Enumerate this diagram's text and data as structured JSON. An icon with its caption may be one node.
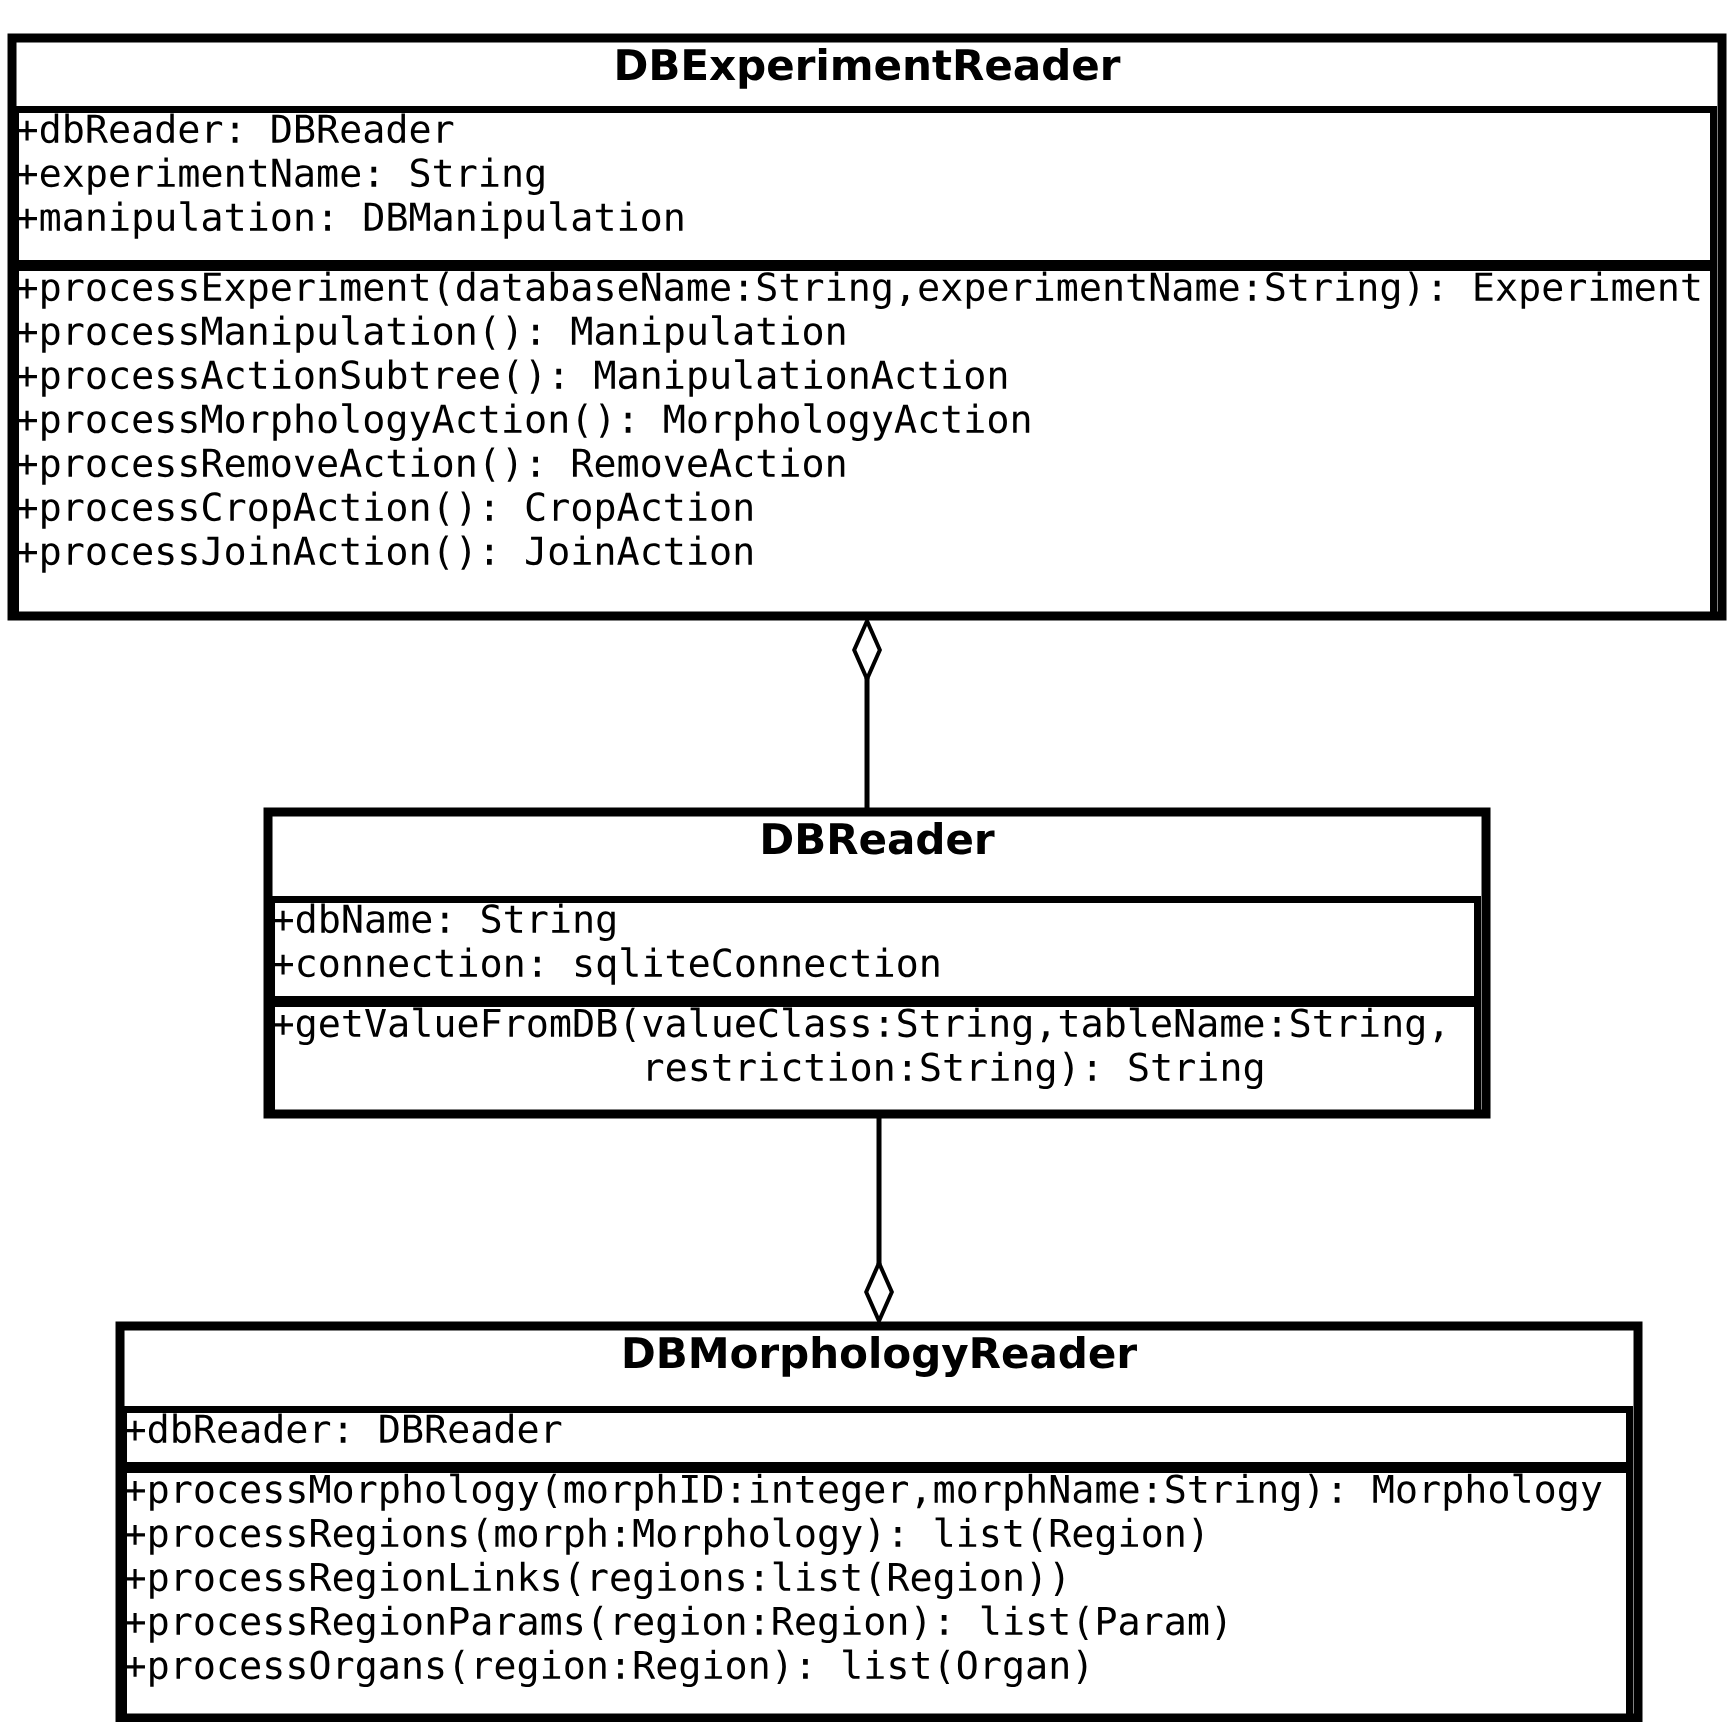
{
  "diagram": {
    "nodes": [
      {
        "text": [
          "DBExperimentReader"
        ]
      },
      {
        "text": [
          "+dbReader: DBReader",
          "+experimentName: String",
          "+manipulation: DBManipulation"
        ],
        "in": 0
      },
      {
        "text": [
          "+processExperiment(databaseName:String,experimentName:String): Experiment",
          "+processManipulation(): Manipulation",
          "+processActionSubtree(): ManipulationAction",
          "+processMorphologyAction(): MorphologyAction",
          "+processRemoveAction(): RemoveAction",
          "+processCropAction(): CropAction",
          "+processJoinAction(): JoinAction"
        ],
        "in": 0
      },
      {
        "text": [
          "DBReader"
        ]
      },
      {
        "text": [
          "+dbName: String",
          "+connection: sqliteConnection"
        ],
        "in": 3
      },
      {
        "text": [
          "+getValueFromDB(valueClass:String,tableName:String, restriction:String): String"
        ],
        "in": 3
      },
      {
        "text": [
          "DBMorphologyReader"
        ]
      },
      {
        "text": [
          "+dbReader: DBReader"
        ],
        "in": 6
      },
      {
        "text": [
          "+processMorphology(morphID:integer,morphName:String): Morphology",
          "+processRegions(morph:Morphology): list(Region)",
          "+processRegionLinks(regions:list(Region))",
          "+processRegionParams(region:Region): list(Param)",
          "+processOrgans(region:Region): list(Organ)"
        ],
        "in": 6
      }
    ],
    "edges": [
      {
        "from": 0,
        "to": 3,
        "arrow": "other"
      },
      {
        "from": 6,
        "to": 3,
        "arrow": "other"
      }
    ]
  }
}
